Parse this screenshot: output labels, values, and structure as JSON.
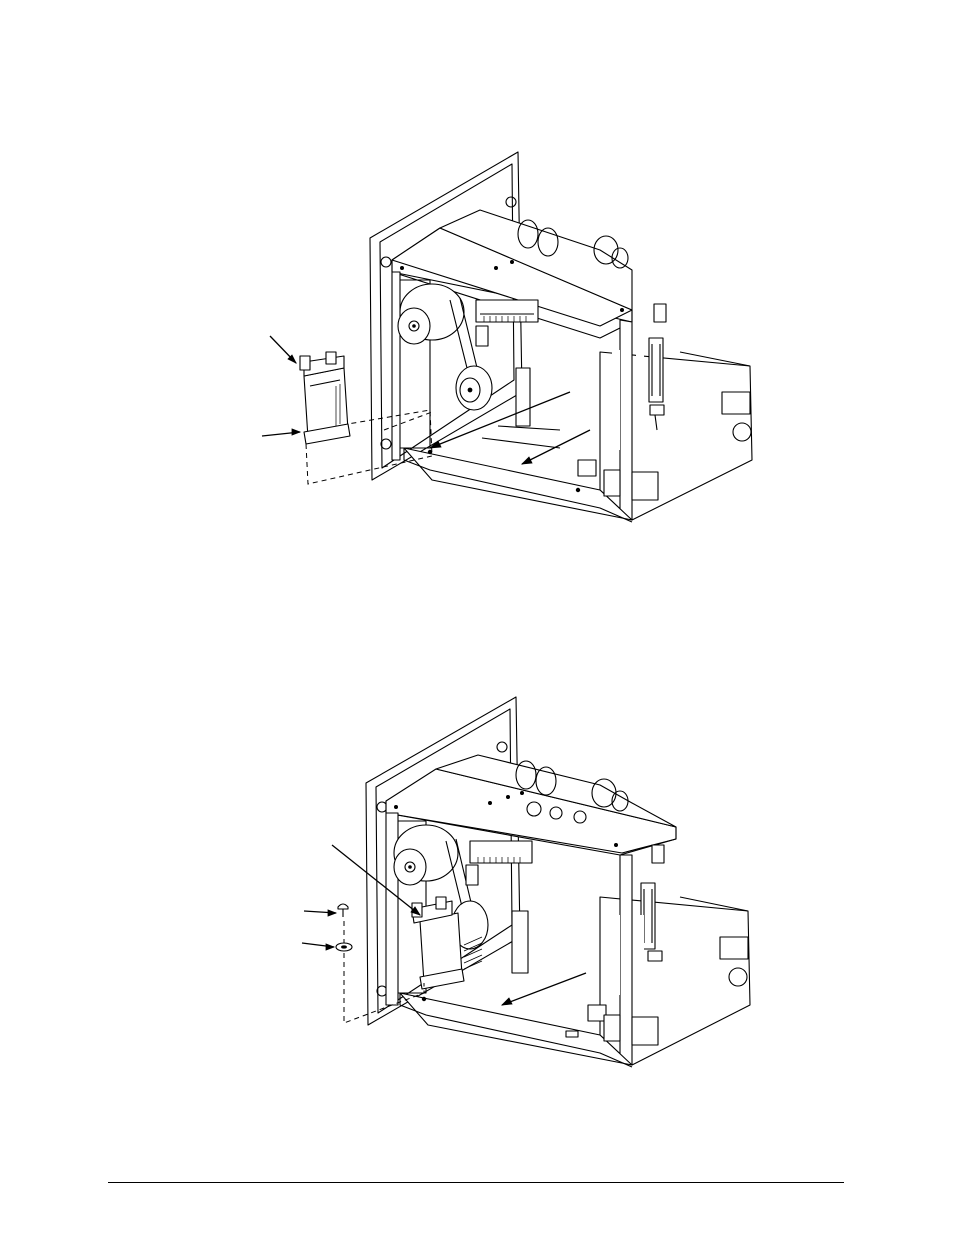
{
  "document": {
    "figures": [
      {
        "id": "figure-top",
        "icon": "printer-board-removed-illustration"
      },
      {
        "id": "figure-bottom",
        "icon": "printer-board-installed-illustration"
      }
    ],
    "footer": {
      "rule": true
    }
  }
}
